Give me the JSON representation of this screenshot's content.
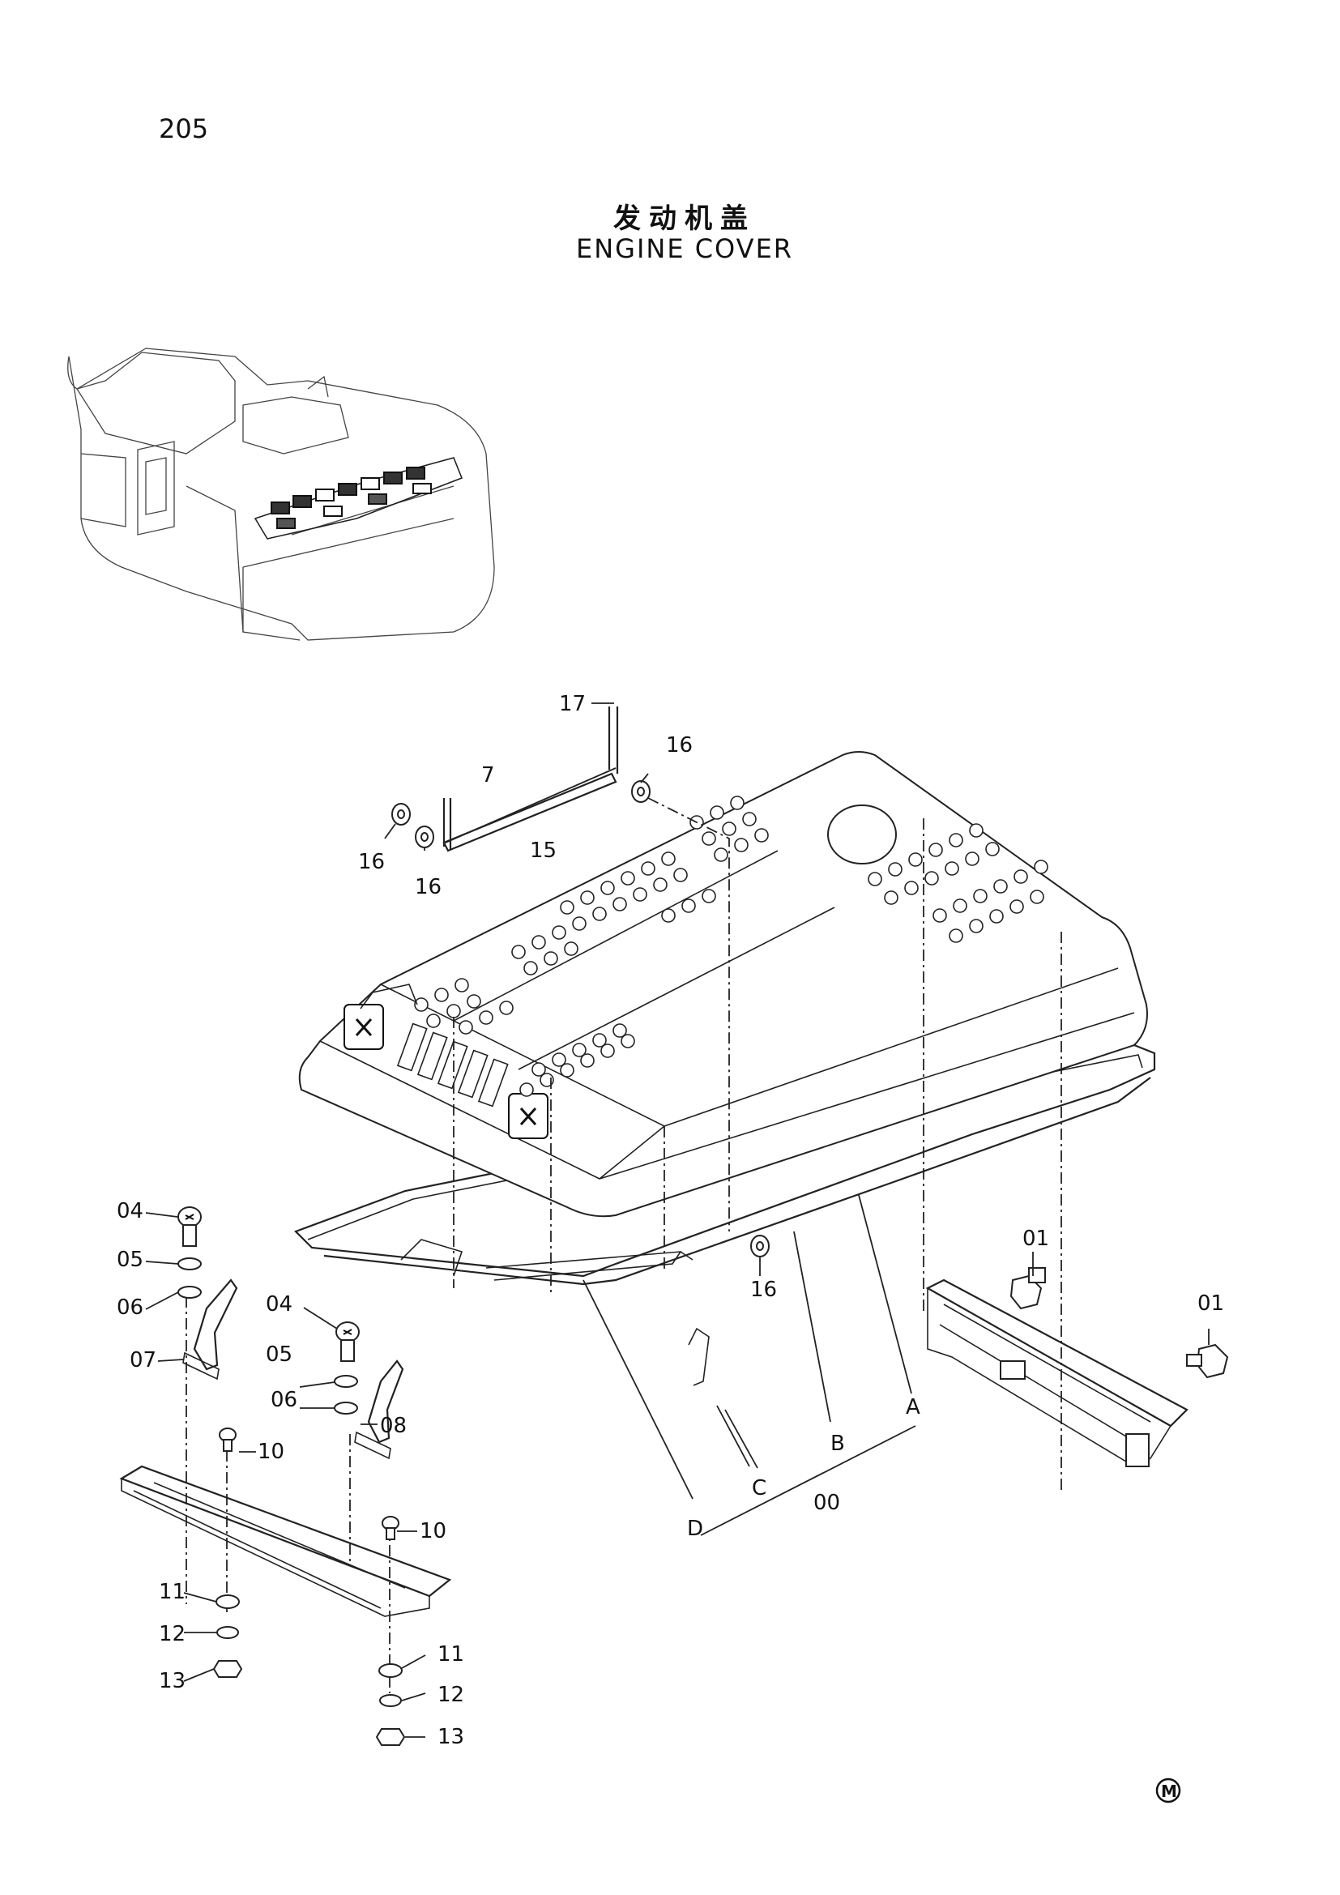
{
  "page_number": "205",
  "title_cn": "发动机盖",
  "title_en": "ENGINE COVER",
  "callouts": {
    "c01a": "01",
    "c01b": "01",
    "c04a": "04",
    "c04b": "04",
    "c05a": "05",
    "c05b": "05",
    "c06a": "06",
    "c06b": "06",
    "c07": "07",
    "c08": "08",
    "c10a": "10",
    "c10b": "10",
    "c11a": "11",
    "c11b": "11",
    "c12a": "12",
    "c12b": "12",
    "c13a": "13",
    "c13b": "13",
    "c15": "15",
    "c16a": "16",
    "c16b": "16",
    "c16c": "16",
    "c16d": "16",
    "c17a": "17",
    "c17b": "7",
    "cA": "A",
    "cB": "B",
    "cC": "C",
    "cD": "D",
    "c00": "00"
  },
  "mark": "M",
  "icons": [
    "excavator-overview-icon",
    "engine-cover-assembly-icon",
    "latch-icon",
    "bolt-icon",
    "washer-icon",
    "nut-icon",
    "hinge-bracket-icon"
  ]
}
